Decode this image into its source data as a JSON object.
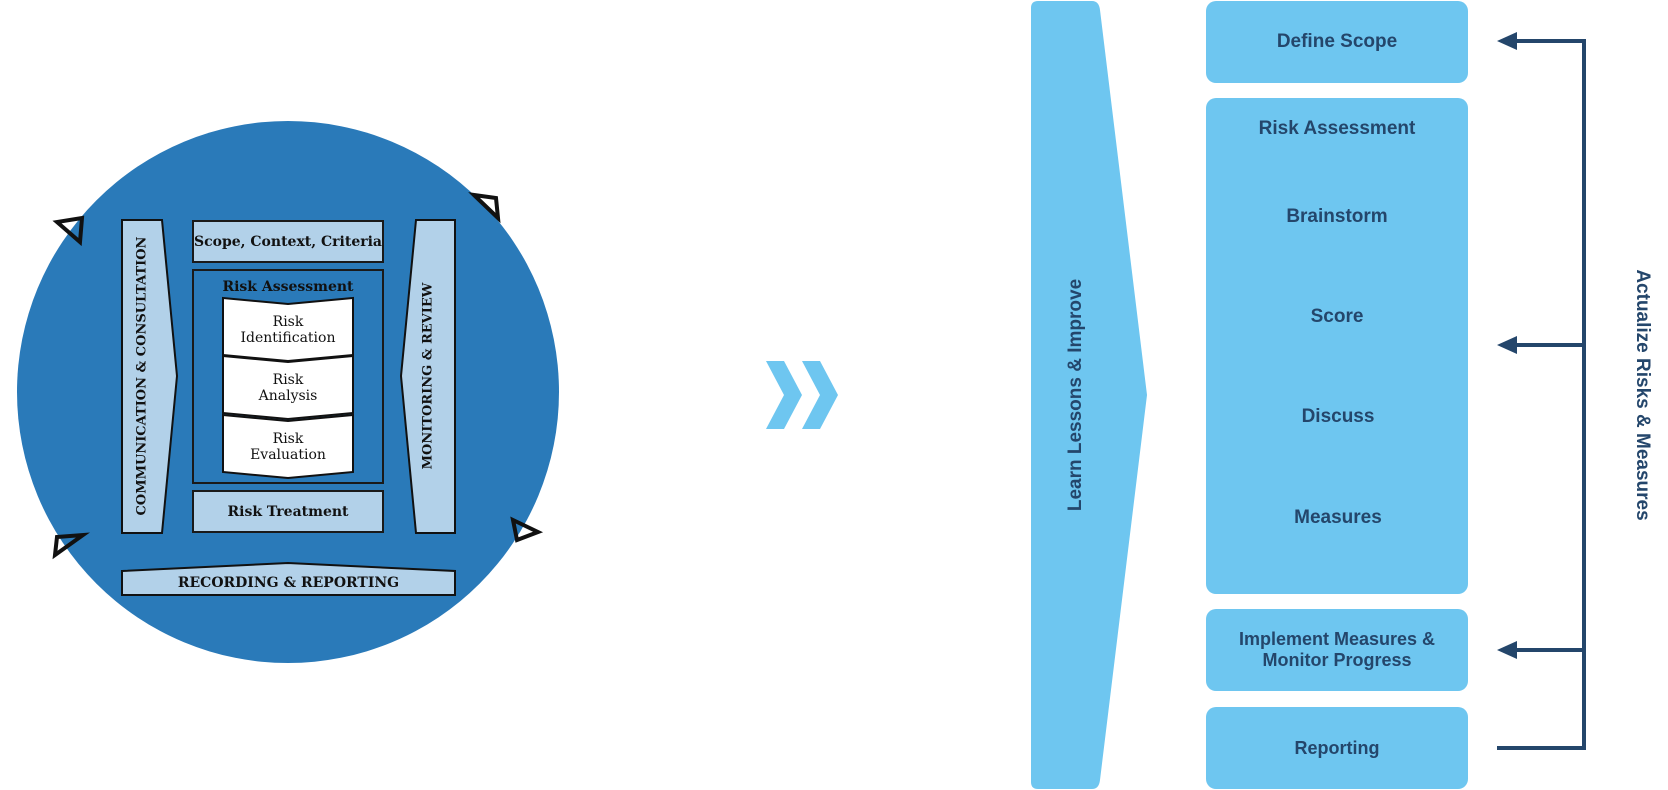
{
  "left_diagram": {
    "scope_label": "Scope, Context, Criteria",
    "risk_assessment_label": "Risk Assessment",
    "steps": [
      {
        "line1": "Risk",
        "line2": "Identification"
      },
      {
        "line1": "Risk",
        "line2": "Analysis"
      },
      {
        "line1": "Risk",
        "line2": "Evaluation"
      }
    ],
    "risk_treatment_label": "Risk Treatment",
    "communication_label": "COMMUNICATION & CONSULTATION",
    "monitoring_label": "MONITORING & REVIEW",
    "recording_label": "RECORDING & REPORTING",
    "circle_color": "#2a7ab9",
    "box_color": "#b2d1e9"
  },
  "transition_icon": "double-chevron-right-icon",
  "right_diagram": {
    "learn_label": "Learn Lessons & Improve",
    "define_scope_label": "Define Scope",
    "risk_assessment_label": "Risk Assessment",
    "steps": [
      "Brainstorm",
      "Score",
      "Discuss",
      "Measures"
    ],
    "implement_line1": "Implement Measures &",
    "implement_line2": "Monitor Progress",
    "reporting_label": "Reporting",
    "actualize_label": "Actualize Risks & Measures",
    "accent_color": "#6ec6f0",
    "text_color": "#24466b"
  }
}
